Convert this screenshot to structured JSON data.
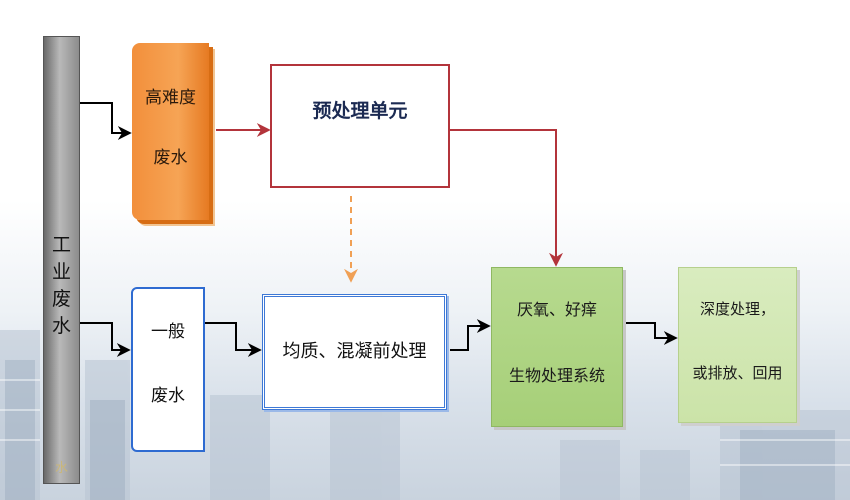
{
  "nodes": {
    "industrial_wastewater": {
      "label": "工业废水",
      "faint_char": "水"
    },
    "high_difficulty": {
      "line1": "高难度",
      "line2": "废水"
    },
    "pretreatment": {
      "label": "预处理单元"
    },
    "general": {
      "line1": "一般",
      "line2": "废水"
    },
    "homogenization": {
      "label": "均质、混凝前处理"
    },
    "bio_treatment": {
      "line1": "厌氧、好痒",
      "line2": "生物处理系统"
    },
    "advanced": {
      "line1": "深度处理，",
      "line2": "或排放、回用"
    }
  },
  "edges": [
    {
      "from": "industrial_wastewater",
      "to": "high_difficulty",
      "style": "solid",
      "color": "#000000"
    },
    {
      "from": "high_difficulty",
      "to": "pretreatment",
      "style": "solid",
      "color": "#b3343b"
    },
    {
      "from": "pretreatment",
      "to": "bio_treatment",
      "style": "solid",
      "color": "#b3343b"
    },
    {
      "from": "pretreatment",
      "to": "homogenization",
      "style": "dashed",
      "color": "#f0a055"
    },
    {
      "from": "industrial_wastewater",
      "to": "general",
      "style": "solid",
      "color": "#000000"
    },
    {
      "from": "general",
      "to": "homogenization",
      "style": "solid",
      "color": "#000000"
    },
    {
      "from": "homogenization",
      "to": "bio_treatment",
      "style": "solid",
      "color": "#000000"
    },
    {
      "from": "bio_treatment",
      "to": "advanced",
      "style": "solid",
      "color": "#000000"
    }
  ],
  "colors": {
    "high_difficulty_fill": "#f6a455",
    "pretreatment_border": "#b3343b",
    "general_border": "#2e6bd1",
    "bio_fill": "#a6cf78",
    "advanced_fill": "#cbe3a8"
  }
}
